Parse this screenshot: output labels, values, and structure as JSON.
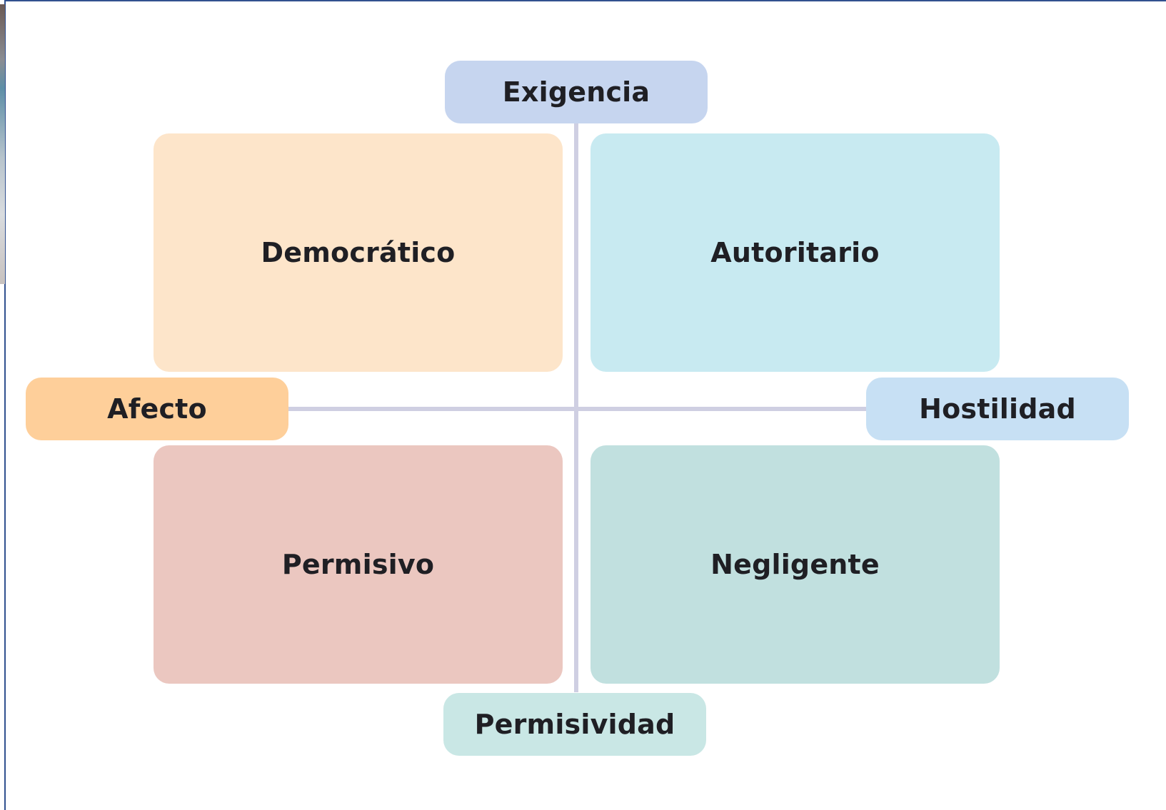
{
  "diagram": {
    "axes": {
      "top": "Exigencia",
      "bottom": "Permisividad",
      "left": "Afecto",
      "right": "Hostilidad"
    },
    "quadrants": {
      "top_left": "Democrático",
      "top_right": "Autoritario",
      "bottom_left": "Permisivo",
      "bottom_right": "Negligente"
    }
  }
}
